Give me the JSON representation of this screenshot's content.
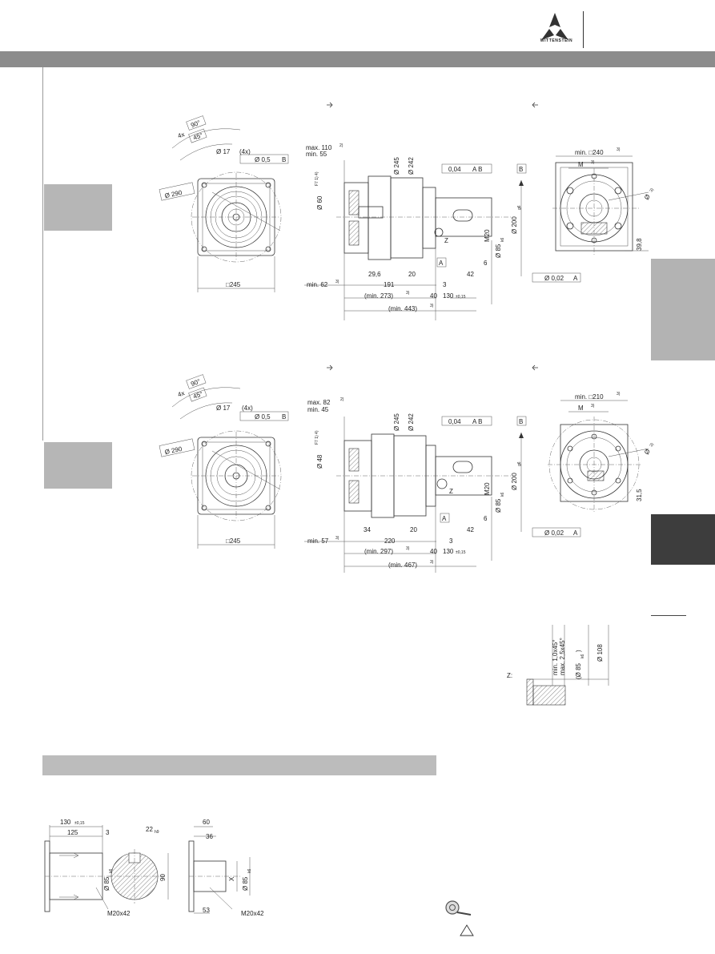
{
  "header": {
    "brand": "WITTENSTEIN"
  },
  "view1": {
    "dims": {
      "angle90": "90°",
      "angle45": "45°",
      "count4x": "4x",
      "hole": "Ø 17",
      "hole_count": "(4x)",
      "tol_pos": "Ø 0,5",
      "datum_b": "B",
      "circle": "Ø 290",
      "square": "□245",
      "max_len": "max. 110",
      "max_len_sup": "2)",
      "min_len": "min. 55",
      "bore": "Ø 60",
      "bore_fit": "F7 1) 4)",
      "d245": "Ø 245",
      "d242": "Ø 242",
      "runout": "0,04",
      "runout_ref": "A B",
      "d200": "Ø 200",
      "d200_fit": "g6",
      "m20": "M20",
      "d85": "Ø 85",
      "d85_fit": "k6",
      "z": "Z",
      "datum_a": "A",
      "l29": "29,6",
      "l20": "20",
      "l42": "42",
      "l6": "6",
      "l3": "3",
      "min62": "min. 62",
      "min62_sup": "3)",
      "l191": "191",
      "min273": "(min. 273)",
      "min273_sup": "3)",
      "l40": "40",
      "l130": "130",
      "l130_tol": "±0,15",
      "min443": "(min. 443)",
      "min443_sup": "3)",
      "perp": "Ø 0,02",
      "perp_ref": "A",
      "min240": "min. □240",
      "min240_sup": "3)",
      "m_label": "M",
      "m_sup": "3)",
      "d_side": "Ø",
      "d_side_sup": "3)",
      "h398": "39,8"
    }
  },
  "view2": {
    "dims": {
      "angle90": "90°",
      "angle45": "45°",
      "count4x": "4x",
      "hole": "Ø 17",
      "hole_count": "(4x)",
      "tol_pos": "Ø 0,5",
      "datum_b": "B",
      "circle": "Ø 290",
      "square": "□245",
      "max_len": "max. 82",
      "max_len_sup": "2)",
      "min_len": "min. 45",
      "bore": "Ø 48",
      "bore_fit": "F7 1) 4)",
      "d245": "Ø 245",
      "d242": "Ø 242",
      "runout": "0,04",
      "runout_ref": "A B",
      "d200": "Ø 200",
      "d200_fit": "g6",
      "m20": "M20",
      "d85": "Ø 85",
      "d85_fit": "k6",
      "z": "Z",
      "datum_a": "A",
      "l34": "34",
      "l220": "220",
      "l20": "20",
      "l42": "42",
      "l6": "6",
      "l3": "3",
      "min57": "min. 57",
      "min57_sup": "3)",
      "min297": "(min. 297)",
      "min297_sup": "3)",
      "l40": "40",
      "l130": "130",
      "l130_tol": "±0,15",
      "min467": "(min. 467)",
      "min467_sup": "3)",
      "perp": "Ø 0,02",
      "perp_ref": "A",
      "min210": "min. □210",
      "min210_sup": "3)",
      "m_label": "M",
      "m_sup": "3)",
      "d_side": "Ø",
      "d_side_sup": "3)",
      "h315": "31,5"
    }
  },
  "detail_z": {
    "label": "Z:",
    "chamfer_min": "min. 1,0x45°",
    "chamfer_max": "max. 2,5x45°",
    "d85": "(Ø 85",
    "d85_fit": "k6",
    "d85_close": ")",
    "d108": "Ø 108"
  },
  "shaft_detail": {
    "l130": "130",
    "l130_tol": "±0,15",
    "l125": "125",
    "l3": "3",
    "key": "22",
    "key_fit": "h9",
    "h90": "90",
    "d85": "Ø 85",
    "d85_fit": "k6",
    "thread": "M20x42",
    "l60": "60",
    "l36": "36",
    "l53": "53",
    "x": "X",
    "d85b": "Ø 85",
    "d85b_fit": "k6",
    "thread_b": "M20x42"
  },
  "icons": {
    "top": "magnifier-gear-icon",
    "bottom": "warning-triangle-icon"
  }
}
